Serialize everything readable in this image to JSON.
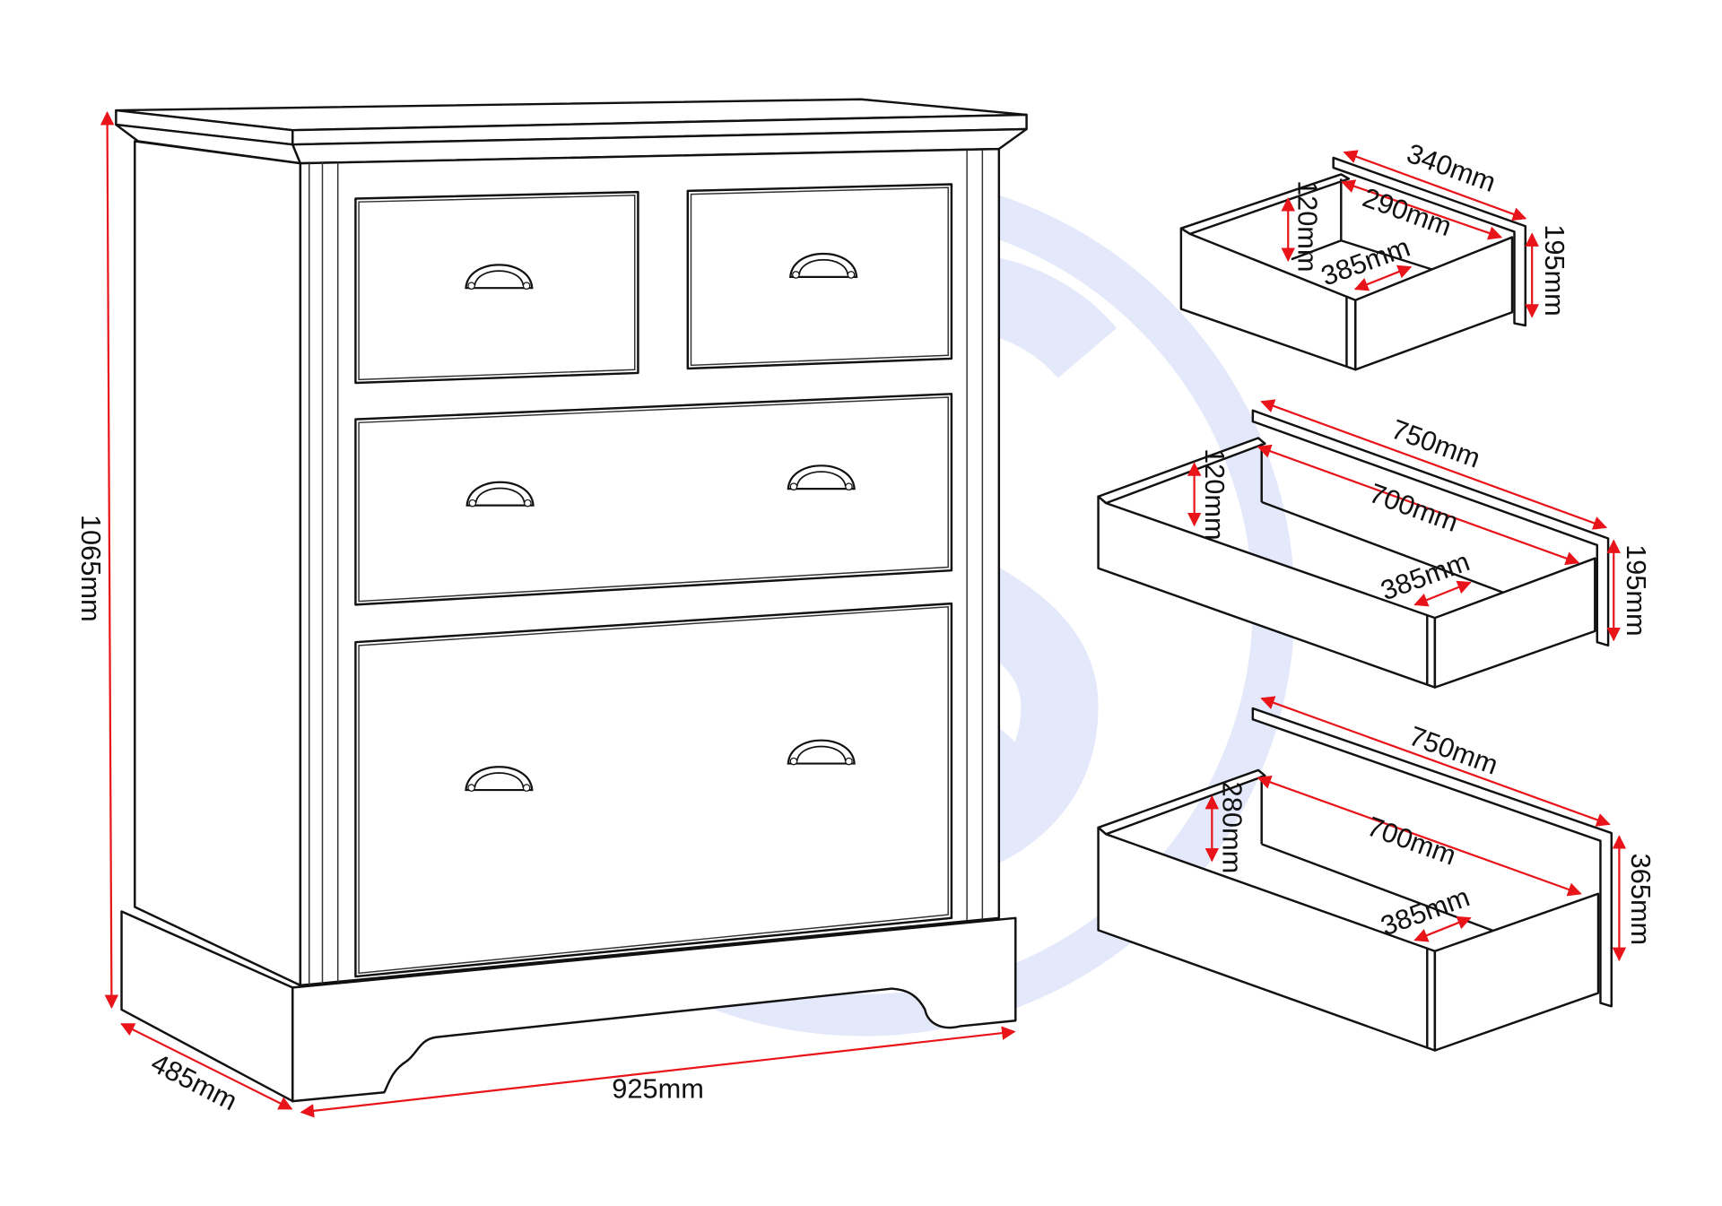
{
  "chest": {
    "height_label": "1065mm",
    "depth_label": "485mm",
    "width_label": "925mm"
  },
  "drawers": [
    {
      "front_width": "340mm",
      "inner_width": "290mm",
      "inner_height": "120mm",
      "depth": "385mm",
      "front_height": "195mm"
    },
    {
      "front_width": "750mm",
      "inner_width": "700mm",
      "inner_height": "120mm",
      "depth": "385mm",
      "front_height": "195mm"
    },
    {
      "front_width": "750mm",
      "inner_width": "700mm",
      "inner_height": "280mm",
      "depth": "385mm",
      "front_height": "365mm"
    }
  ],
  "colors": {
    "dimension": "#e8141a",
    "watermark": "#e3e8fb",
    "outline": "#111111"
  }
}
